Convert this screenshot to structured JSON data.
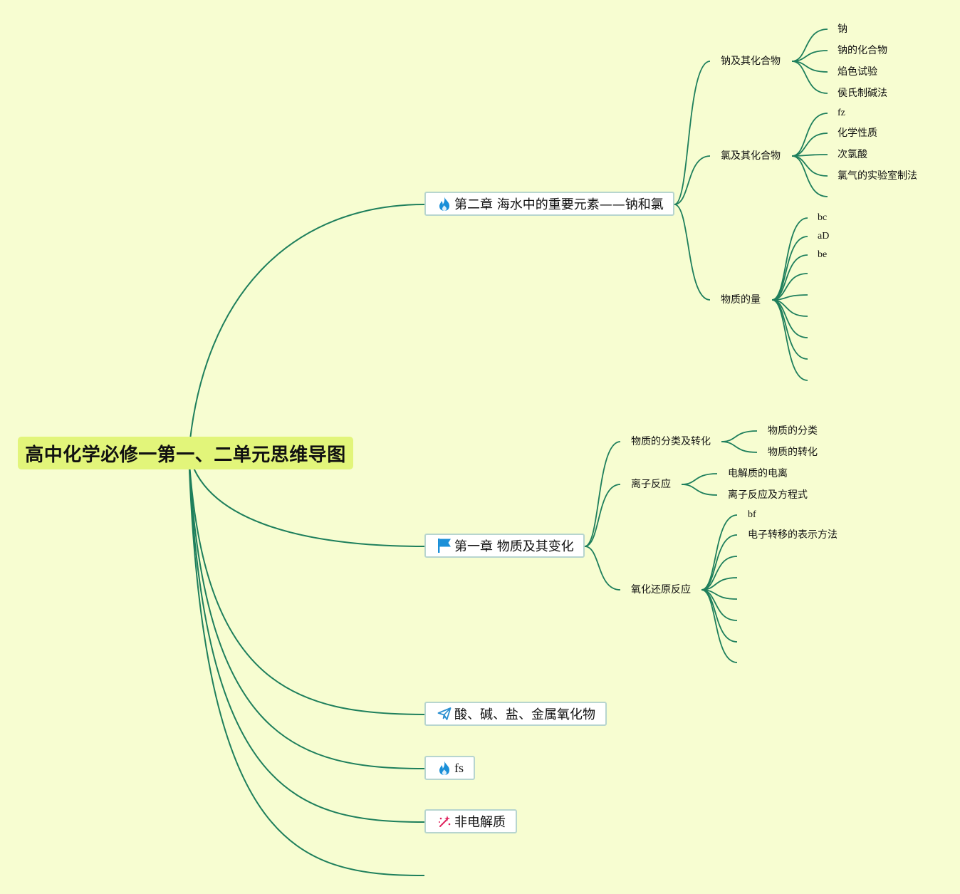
{
  "root": {
    "title": "高中化学必修一第一、二单元思维导图"
  },
  "branches": {
    "ch2": {
      "label": "第二章 海水中的重要元素——钠和氯",
      "icon": "fire-icon",
      "subtopics": {
        "sodium": {
          "label": "钠及其化合物",
          "leaves": [
            "钠",
            "钠的化合物",
            "焰色试验",
            "侯氏制碱法"
          ]
        },
        "chlorine": {
          "label": "氯及其化合物",
          "leaves": [
            "fz",
            "化学性质",
            "次氯酸",
            "氯气的实验室制法",
            ""
          ]
        },
        "amount": {
          "label": "物质的量",
          "leaves": [
            "bc",
            "aD",
            "be",
            "",
            "",
            "",
            "",
            "",
            ""
          ]
        }
      }
    },
    "ch1": {
      "label": "第一章 物质及其变化",
      "icon": "flag-icon",
      "subtopics": {
        "classification": {
          "label": "物质的分类及转化",
          "leaves": [
            "物质的分类",
            "物质的转化"
          ]
        },
        "ionic": {
          "label": "离子反应",
          "leaves": [
            "电解质的电离",
            "离子反应及方程式"
          ]
        },
        "redox": {
          "label": "氧化还原反应",
          "leaves": [
            "bf",
            "电子转移的表示方法",
            "",
            "",
            "",
            "",
            "",
            "",
            ""
          ]
        }
      }
    },
    "acids": {
      "label": "酸、碱、盐、金属氧化物",
      "icon": "paper-plane-icon"
    },
    "fs": {
      "label": "fs",
      "icon": "fire-icon"
    },
    "nonelectrolyte": {
      "label": "非电解质",
      "icon": "sparkle-wand-icon"
    },
    "empty": {
      "label": ""
    }
  },
  "colors": {
    "background": "#f7fdd1",
    "root_fill": "#e2f57a",
    "edge": "#1e7f5c",
    "node_border": "#b7d5cf",
    "fire_icon": "#1a8fd8",
    "flag_icon": "#1a8fd8",
    "plane_icon": "#2a8fd0",
    "wand_icon": "#e0245e"
  }
}
